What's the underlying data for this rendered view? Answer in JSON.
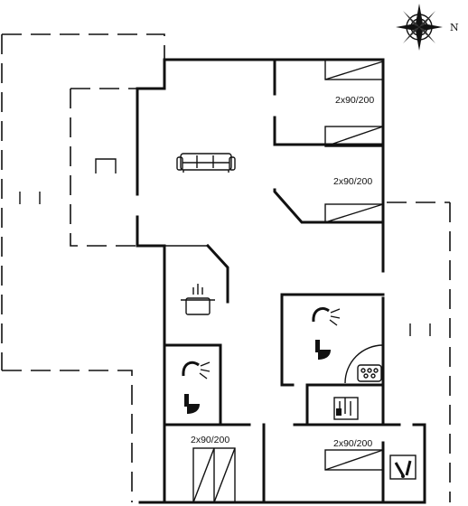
{
  "compass": {
    "north_label": "N",
    "icon": "compass-rose-icon"
  },
  "bed_labels": [
    "2x90/200",
    "2x90/200",
    "2x90/200",
    "2x90/200"
  ],
  "icons": {
    "sofa": "sofa-icon",
    "kitchen": "cooking-pot-icon",
    "shower": "shower-icon",
    "toilet": "toilet-icon",
    "whirlpool": "whirlpool-icon",
    "sauna": "sauna-icon",
    "washing": "washing-machine-icon"
  }
}
